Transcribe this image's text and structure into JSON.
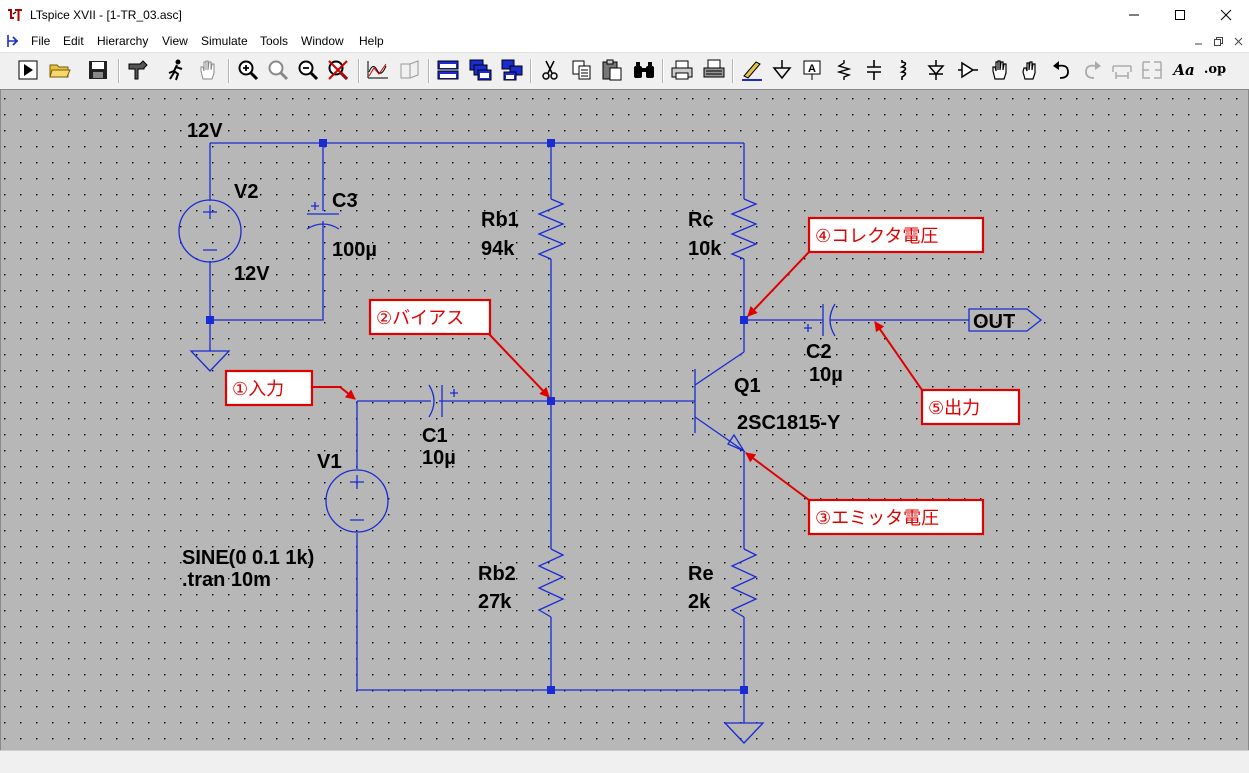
{
  "window": {
    "title": "LTspice XVII - [1-TR_03.asc]"
  },
  "menu": {
    "items": [
      "File",
      "Edit",
      "Hierarchy",
      "View",
      "Simulate",
      "Tools",
      "Window",
      "Help"
    ]
  },
  "toolbar": {
    "icons": [
      "run-icon",
      "open-icon",
      "save-icon",
      "control-panel-icon",
      "halt-icon",
      "pan-icon",
      "zoom-in-icon",
      "zoom-full-icon",
      "zoom-out-icon",
      "zoom-cancel-icon",
      "waveform-icon",
      "draft-icon",
      "tile-horizontal-icon",
      "cascade-icon",
      "tile-windows-icon",
      "cut-icon",
      "copy-icon",
      "paste-icon",
      "find-icon",
      "print-icon",
      "print-setup-icon",
      "wire-icon",
      "ground-icon",
      "label-net-icon",
      "resistor-icon",
      "capacitor-icon",
      "inductor-icon",
      "diode-icon",
      "component-icon",
      "move-icon",
      "drag-icon",
      "undo-icon",
      "redo-icon",
      "rotate-icon",
      "mirror-icon",
      "text-icon",
      "spice-directive-icon"
    ],
    "text_label": "Aa",
    "op_label": ".op"
  },
  "schematic": {
    "components": {
      "V2": {
        "name": "V2",
        "value": "12V"
      },
      "C3": {
        "name": "C3",
        "value": "100µ"
      },
      "Rb1": {
        "name": "Rb1",
        "value": "94k"
      },
      "Rc": {
        "name": "Rc",
        "value": "10k"
      },
      "C2": {
        "name": "C2",
        "value": "10µ"
      },
      "C1": {
        "name": "C1",
        "value": "10µ"
      },
      "Q1": {
        "name": "Q1",
        "value": "2SC1815-Y"
      },
      "V1": {
        "name": "V1",
        "value": "SINE(0 0.1 1k)"
      },
      "Rb2": {
        "name": "Rb2",
        "value": "27k"
      },
      "Re": {
        "name": "Re",
        "value": "2k"
      }
    },
    "net_label_12v": "12V",
    "output_port": "OUT",
    "directive": ".tran 10m"
  },
  "annotations": {
    "input": "①入力",
    "bias": "②バイアス",
    "emitter": "③エミッタ電圧",
    "collector": "④コレクタ電圧",
    "output": "⑤出力"
  },
  "colors": {
    "wire": "#1a2bd4",
    "canvas": "#b7b7b7",
    "annotation": "#e00000"
  }
}
